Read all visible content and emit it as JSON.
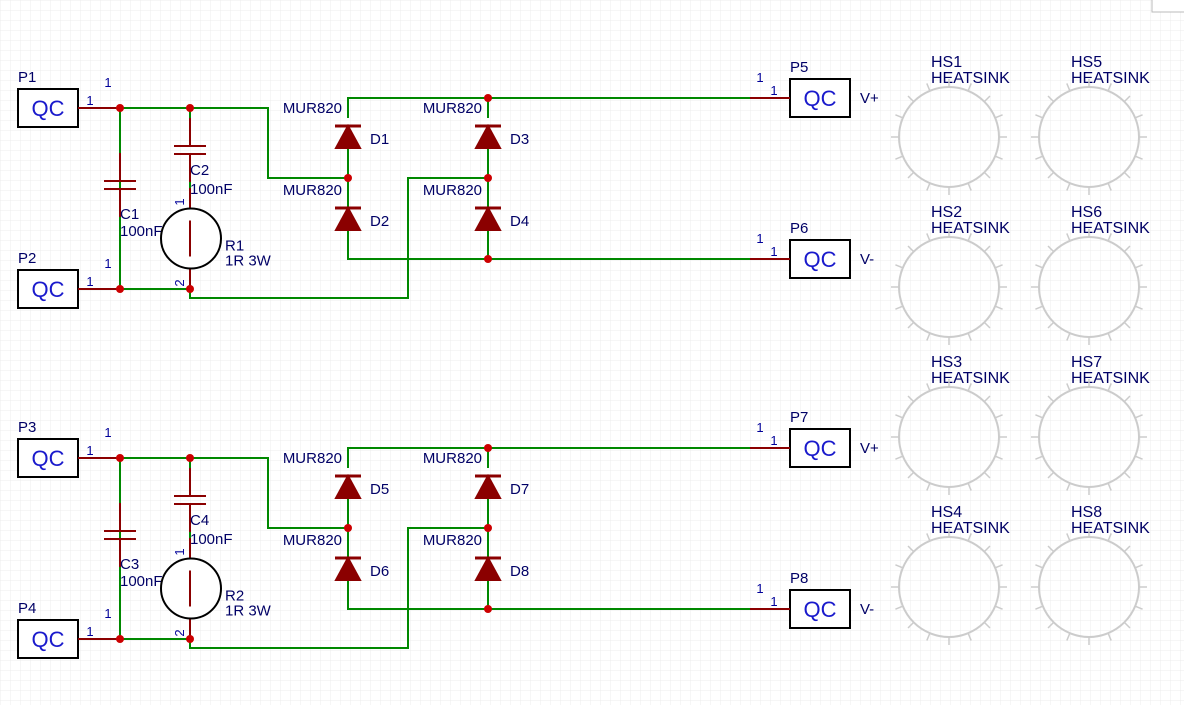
{
  "schematic": {
    "connector_symbol": "QC",
    "connectors": [
      {
        "ref": "P1",
        "pin": "1"
      },
      {
        "ref": "P2",
        "pin": "1"
      },
      {
        "ref": "P3",
        "pin": "1"
      },
      {
        "ref": "P4",
        "pin": "1"
      },
      {
        "ref": "P5",
        "pin": "1",
        "net": "V+"
      },
      {
        "ref": "P6",
        "pin": "1",
        "net": "V-"
      },
      {
        "ref": "P7",
        "pin": "1",
        "net": "V+"
      },
      {
        "ref": "P8",
        "pin": "1",
        "net": "V-"
      }
    ],
    "capacitors": [
      {
        "ref": "C1",
        "value": "100nF"
      },
      {
        "ref": "C2",
        "value": "100nF"
      },
      {
        "ref": "C3",
        "value": "100nF"
      },
      {
        "ref": "C4",
        "value": "100nF"
      }
    ],
    "resistors": [
      {
        "ref": "R1",
        "value": "1R 3W",
        "pin1": "1",
        "pin2": "2"
      },
      {
        "ref": "R2",
        "value": "1R 3W",
        "pin1": "1",
        "pin2": "2"
      }
    ],
    "diodes": [
      {
        "ref": "D1",
        "value": "MUR820"
      },
      {
        "ref": "D2",
        "value": "MUR820"
      },
      {
        "ref": "D3",
        "value": "MUR820"
      },
      {
        "ref": "D4",
        "value": "MUR820"
      },
      {
        "ref": "D5",
        "value": "MUR820"
      },
      {
        "ref": "D6",
        "value": "MUR820"
      },
      {
        "ref": "D7",
        "value": "MUR820"
      },
      {
        "ref": "D8",
        "value": "MUR820"
      }
    ],
    "heatsinks": [
      {
        "ref": "HS1",
        "value": "HEATSINK"
      },
      {
        "ref": "HS2",
        "value": "HEATSINK"
      },
      {
        "ref": "HS3",
        "value": "HEATSINK"
      },
      {
        "ref": "HS4",
        "value": "HEATSINK"
      },
      {
        "ref": "HS5",
        "value": "HEATSINK"
      },
      {
        "ref": "HS6",
        "value": "HEATSINK"
      },
      {
        "ref": "HS7",
        "value": "HEATSINK"
      },
      {
        "ref": "HS8",
        "value": "HEATSINK"
      }
    ],
    "colors": {
      "wire": "#008800",
      "component": "#8b0000",
      "junction": "#cc0000",
      "grid": "#ececec",
      "heatsink": "#cccccc",
      "label": "#000066"
    }
  }
}
